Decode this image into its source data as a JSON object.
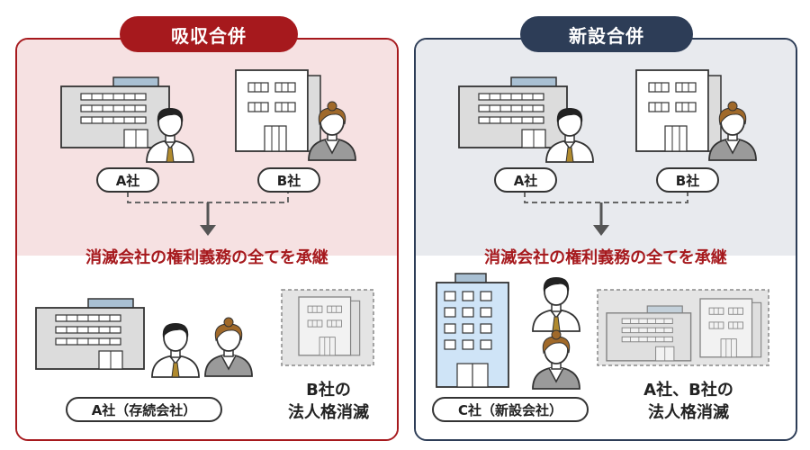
{
  "colors": {
    "absorption_accent": "#a6191d",
    "absorption_bg": "#f6e1e2",
    "new_accent": "#2d3d57",
    "new_bg": "#e8eaee",
    "new_building": "#cfe4f7"
  },
  "absorption_panel": {
    "title": "吸収合併",
    "company_a": "A社",
    "company_b": "B社",
    "transfer_text": "消滅会社の権利義務の全てを承継",
    "result_label": "A社（存続会社）",
    "vanished_line1": "B社の",
    "vanished_line2": "法人格消滅"
  },
  "new_panel": {
    "title": "新設合併",
    "company_a": "A社",
    "company_b": "B社",
    "transfer_text": "消滅会社の権利義務の全てを承継",
    "result_label": "C社（新設会社）",
    "vanished_line1": "A社、B社の",
    "vanished_line2": "法人格消滅"
  },
  "icons": [
    "office-building-icon",
    "businessman-icon",
    "businesswoman-icon",
    "down-arrow-icon",
    "skyscraper-icon"
  ]
}
